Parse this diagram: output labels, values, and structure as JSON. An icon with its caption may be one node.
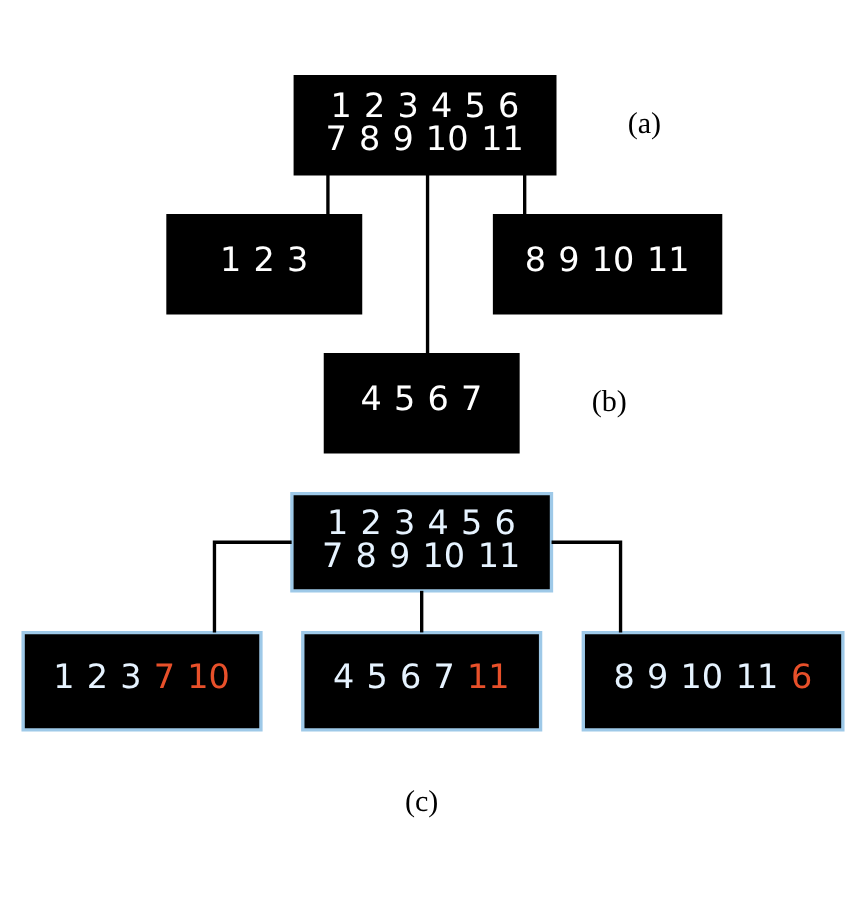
{
  "diagram": {
    "nodes": [
      {
        "text": [
          "1 2 3 4 5 6 7 8 9 10 11"
        ]
      },
      {
        "text": [
          "1 2 3"
        ]
      },
      {
        "text": [
          "4 5 6 7"
        ]
      },
      {
        "text": [
          "8 9 10 11"
        ]
      },
      {
        "text": [
          "1 2 3 4 5 6 7 8 9 10 11"
        ]
      },
      {
        "text": [
          "1 2 3 7 10"
        ]
      },
      {
        "text": [
          "4 5 6 7 11"
        ]
      },
      {
        "text": [
          "8 9 10 11 6"
        ]
      }
    ],
    "edges": [
      {
        "from": 0,
        "to": 1,
        "arrow": "none"
      },
      {
        "from": 0,
        "to": 2,
        "arrow": "none"
      },
      {
        "from": 0,
        "to": 3,
        "arrow": "none"
      },
      {
        "from": 4,
        "to": 5,
        "arrow": "none"
      },
      {
        "from": 4,
        "to": 6,
        "arrow": "none"
      },
      {
        "from": 4,
        "to": 7,
        "arrow": "none"
      }
    ],
    "labels": [
      "(a)",
      "(b)",
      "(c)"
    ]
  }
}
